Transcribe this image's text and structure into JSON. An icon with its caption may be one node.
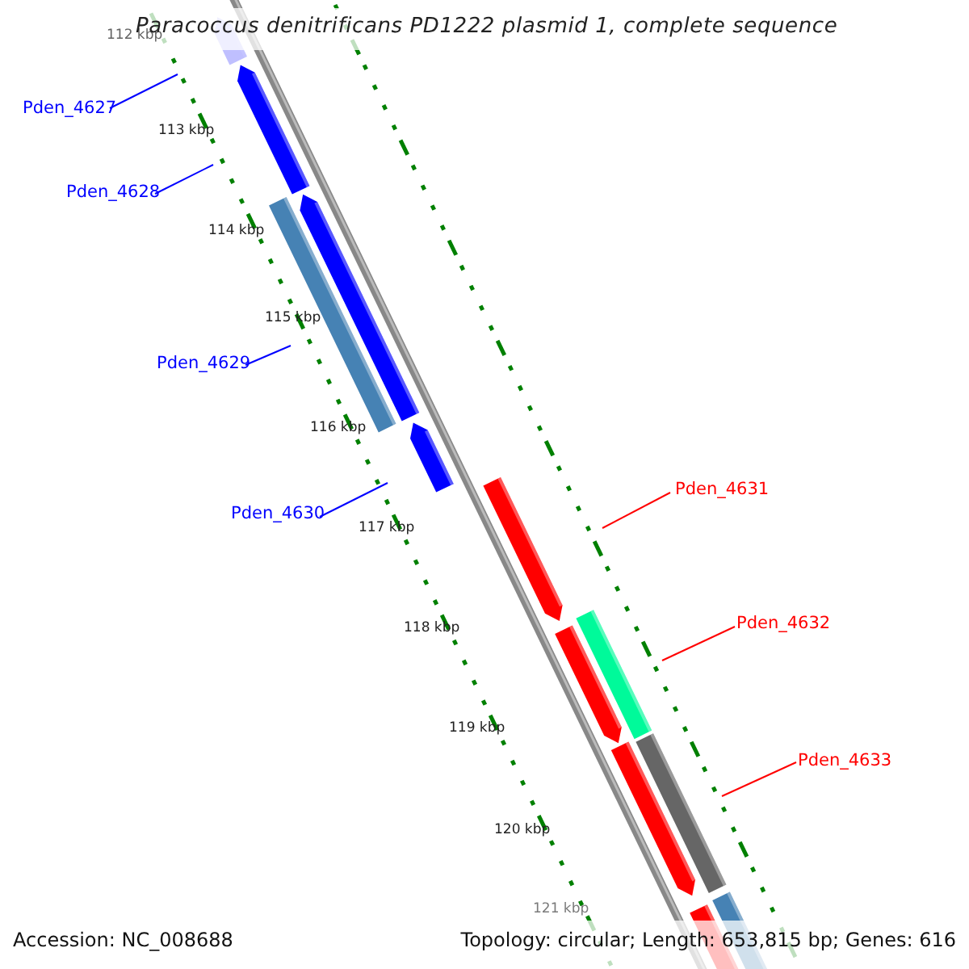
{
  "diagram": {
    "title": "Paracoccus denitrificans PD1222 plasmid 1, complete sequence",
    "nodes": [
      {
        "text": [
          "Pden_4627"
        ]
      },
      {
        "text": [
          "Pden_4628"
        ]
      },
      {
        "text": [
          "Pden_4629"
        ]
      },
      {
        "text": [
          "Pden_4630"
        ]
      },
      {
        "text": [
          "Pden_4631"
        ]
      },
      {
        "text": [
          "Pden_4632"
        ]
      },
      {
        "text": [
          "Pden_4633"
        ]
      }
    ],
    "edges": [
      {
        "from": 0,
        "to": null,
        "arrow": "none"
      },
      {
        "from": 1,
        "to": null,
        "arrow": "none"
      },
      {
        "from": 2,
        "to": null,
        "arrow": "none"
      },
      {
        "from": 3,
        "to": null,
        "arrow": "none"
      },
      {
        "from": 4,
        "to": null,
        "arrow": "none",
        "color": "#ff0000"
      },
      {
        "from": 5,
        "to": null,
        "arrow": "none",
        "color": "#ff0000"
      },
      {
        "from": 6,
        "to": null,
        "arrow": "none",
        "color": "#ff0000"
      }
    ],
    "labels": [
      "112 kbp",
      "113 kbp",
      "114 kbp",
      "115 kbp",
      "116 kbp",
      "117 kbp",
      "118 kbp",
      "119 kbp",
      "120 kbp",
      "121 kbp",
      "Accession: NC_008688",
      "Topology: circular; Length: 653,815 bp; Genes: 616"
    ]
  }
}
